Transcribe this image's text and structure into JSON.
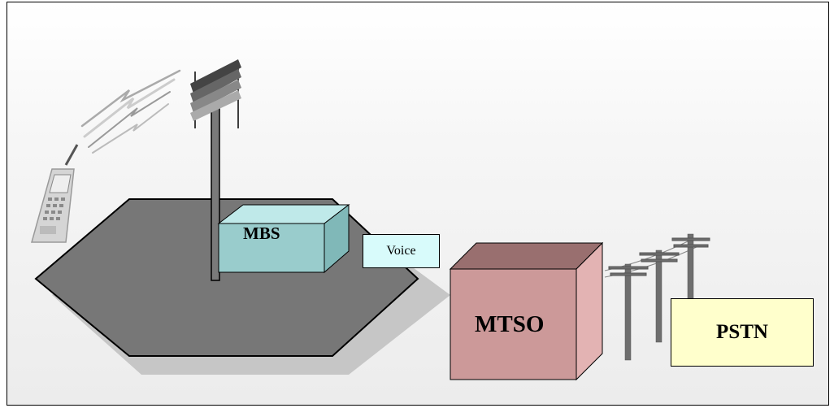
{
  "labels": {
    "mbs": "MBS",
    "voice": "Voice",
    "mtso": "MTSO",
    "pstn": "PSTN"
  },
  "icons": [
    "mobile-phone-icon",
    "radio-waves-icon",
    "antenna-icon",
    "cell-hexagon",
    "telephone-pole-icon"
  ],
  "colors": {
    "hexagon": "#777777",
    "hexagon_shadow": "#c6c6c6",
    "mbs_front": "#99cccc",
    "mbs_top": "#bfe9e9",
    "mbs_side": "#80b8b8",
    "voice_bg": "#d8fbfb",
    "mtso_front": "#cc9999",
    "mtso_top": "#996f6f",
    "mtso_side": "#e3b3b3",
    "pstn_bg": "#ffffcc"
  }
}
